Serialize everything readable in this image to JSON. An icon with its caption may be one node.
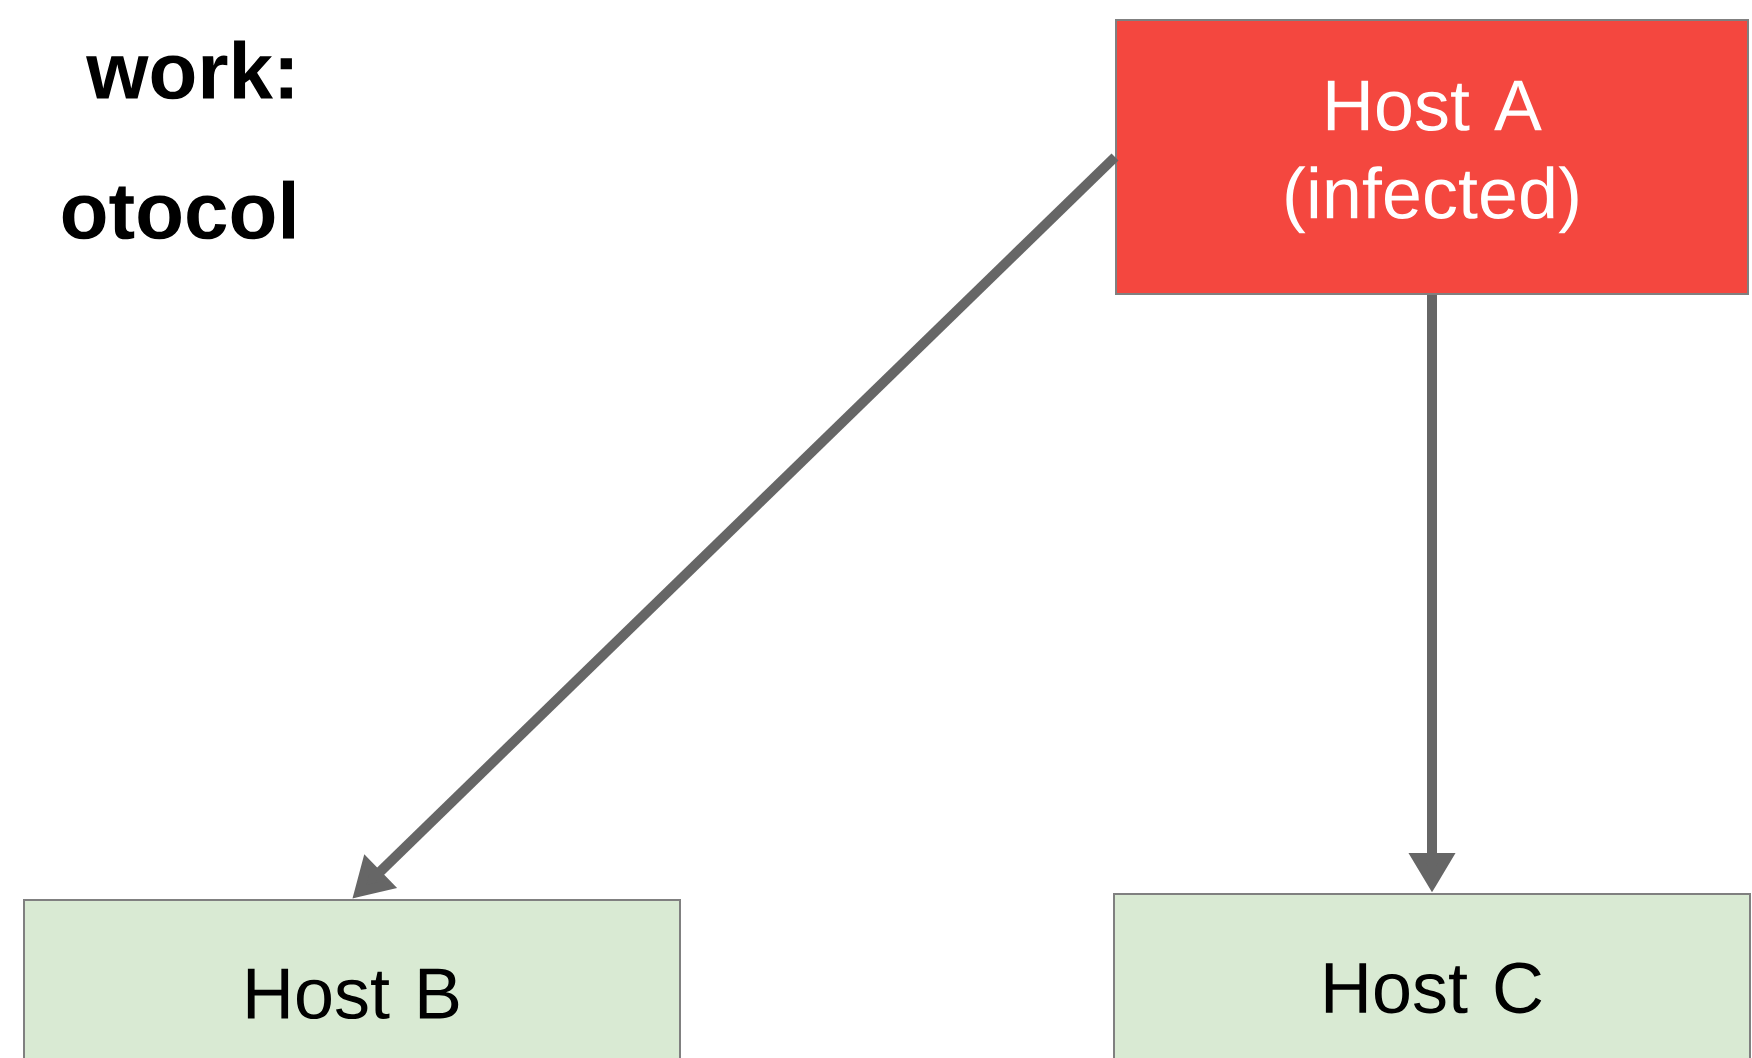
{
  "diagram": {
    "nodes": [
      {
        "text": [
          "Host A (infected)"
        ]
      },
      {
        "text": [
          "Host B"
        ]
      },
      {
        "text": [
          "Host C"
        ]
      }
    ],
    "edges": [
      {
        "from": 0,
        "to": 1,
        "arrow": "to"
      },
      {
        "from": 0,
        "to": 2,
        "arrow": "to"
      }
    ],
    "labels": [
      "work:",
      "otocol"
    ]
  }
}
